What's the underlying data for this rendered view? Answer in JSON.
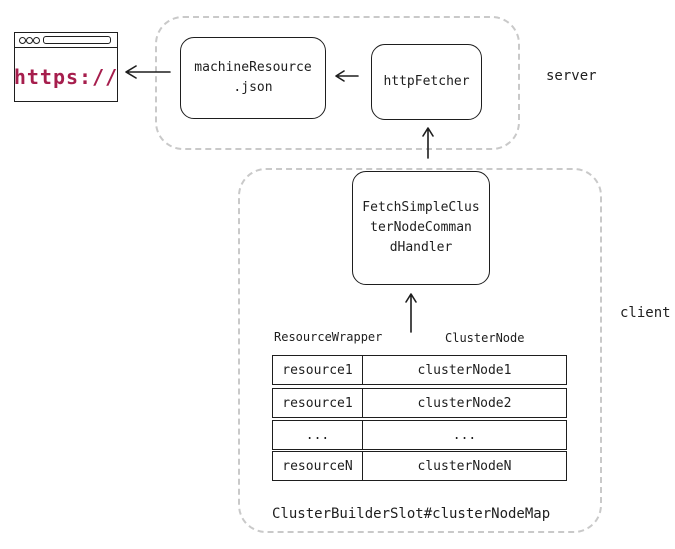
{
  "colors": {
    "url_text": "#a61e4d",
    "stroke": "#1e1e1e",
    "group_border": "#c9c9c9"
  },
  "browser": {
    "url": "https://"
  },
  "server": {
    "label": "server",
    "machine_resource": {
      "line1": "machineResource",
      "line2": ".json"
    },
    "http_fetcher": "httpFetcher"
  },
  "client": {
    "label": "client",
    "handler": {
      "line1": "FetchSimpleClus",
      "line2": "terNodeComman",
      "line3": "dHandler"
    },
    "table": {
      "headers": [
        "ResourceWrapper",
        "ClusterNode"
      ],
      "rows": [
        [
          "resource1",
          "clusterNode1"
        ],
        [
          "resource1",
          "clusterNode2"
        ],
        [
          "...",
          "..."
        ],
        [
          "resourceN",
          "clusterNodeN"
        ]
      ]
    },
    "caption": "ClusterBuilderSlot#clusterNodeMap"
  }
}
